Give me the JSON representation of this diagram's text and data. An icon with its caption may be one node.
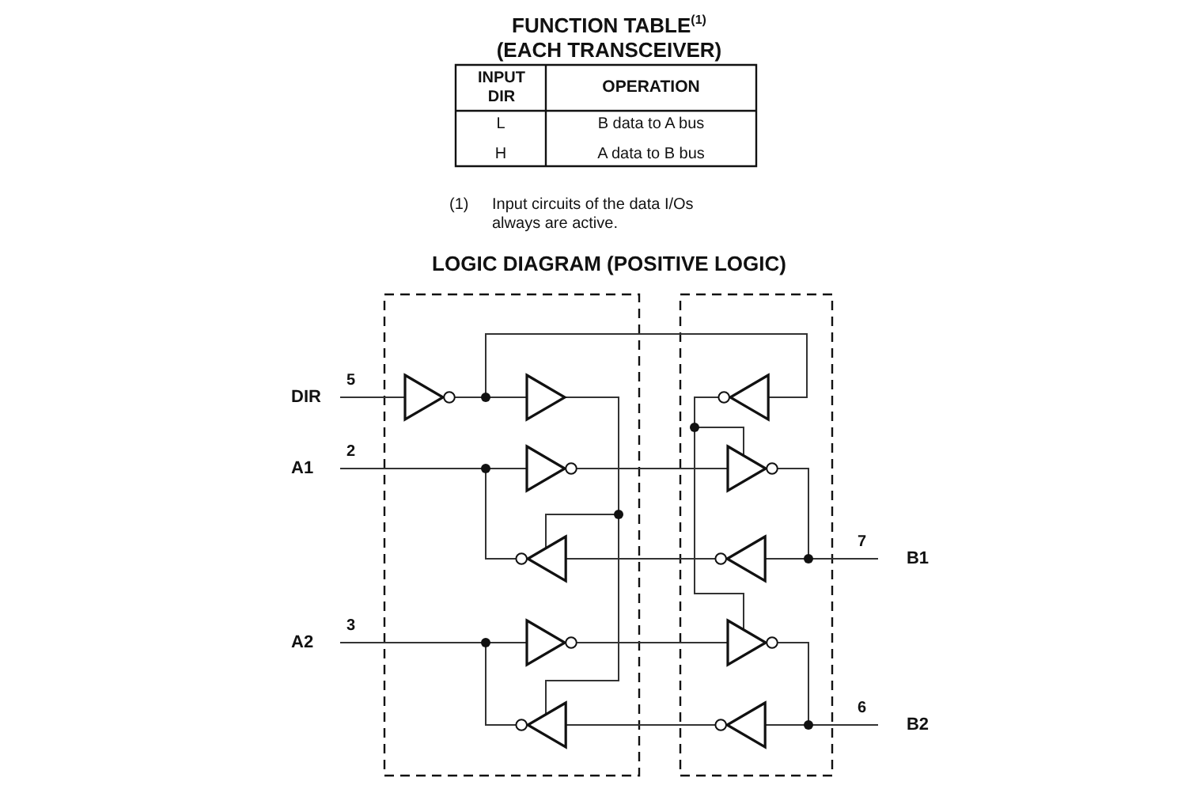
{
  "diagram": {
    "title": "FUNCTION TABLE$^{(1)}$ (EACH TRANSCEIVER)",
    "nodes": [
      {
        "text": [
          "DIR"
        ],
        "beside": [
          "5"
        ]
      },
      {
        "text": [],
        "shape": "triangle"
      },
      {
        "text": [],
        "shape": "triangle"
      },
      {
        "text": [],
        "shape": "triangle"
      },
      {
        "text": [
          "A1"
        ],
        "beside": [
          "2"
        ]
      },
      {
        "text": [],
        "shape": "triangle"
      },
      {
        "text": [],
        "shape": "triangle"
      },
      {
        "text": [],
        "shape": "triangle"
      },
      {
        "text": [],
        "shape": "triangle"
      },
      {
        "text": [
          "B1"
        ],
        "beside": [
          "7"
        ]
      },
      {
        "text": [
          "A2"
        ],
        "beside": [
          "3"
        ]
      },
      {
        "text": [],
        "shape": "triangle"
      },
      {
        "text": [],
        "shape": "triangle"
      },
      {
        "text": [],
        "shape": "triangle"
      },
      {
        "text": [],
        "shape": "triangle"
      },
      {
        "text": [
          "B2"
        ],
        "beside": [
          "6"
        ]
      }
    ],
    "edges": [
      {
        "from": 0,
        "to": 1,
        "arrow": "none"
      },
      {
        "from": 1,
        "to": 2,
        "arrow": "none"
      },
      {
        "from": 1,
        "to": 3,
        "arrow": "none"
      },
      {
        "from": 2,
        "to": 7,
        "arrow": "none"
      },
      {
        "from": 2,
        "to": 13,
        "arrow": "none"
      },
      {
        "from": 3,
        "to": 6,
        "arrow": "none"
      },
      {
        "from": 3,
        "to": 12,
        "arrow": "none"
      },
      {
        "from": 4,
        "to": 5,
        "arrow": "none"
      },
      {
        "from": 5,
        "to": 6,
        "arrow": "none"
      },
      {
        "from": 6,
        "to": 9,
        "arrow": "none"
      },
      {
        "from": 9,
        "to": 8,
        "arrow": "none"
      },
      {
        "from": 8,
        "to": 7,
        "arrow": "none"
      },
      {
        "from": 7,
        "to": 4,
        "arrow": "none"
      },
      {
        "from": 10,
        "to": 11,
        "arrow": "none"
      },
      {
        "from": 11,
        "to": 12,
        "arrow": "none"
      },
      {
        "from": 12,
        "to": 15,
        "arrow": "none"
      },
      {
        "from": 15,
        "to": 14,
        "arrow": "none"
      },
      {
        "from": 14,
        "to": 13,
        "arrow": "none"
      },
      {
        "from": 13,
        "to": 10,
        "arrow": "none"
      }
    ],
    "labels": [
      "INPUT DIR",
      "OPERATION",
      "L",
      "B data to A bus",
      "H",
      "A data to B bus",
      "(1)",
      "Input circuits of the data I/Os always are active.",
      "LOGIC DIAGRAM (POSITIVE LOGIC)"
    ]
  }
}
